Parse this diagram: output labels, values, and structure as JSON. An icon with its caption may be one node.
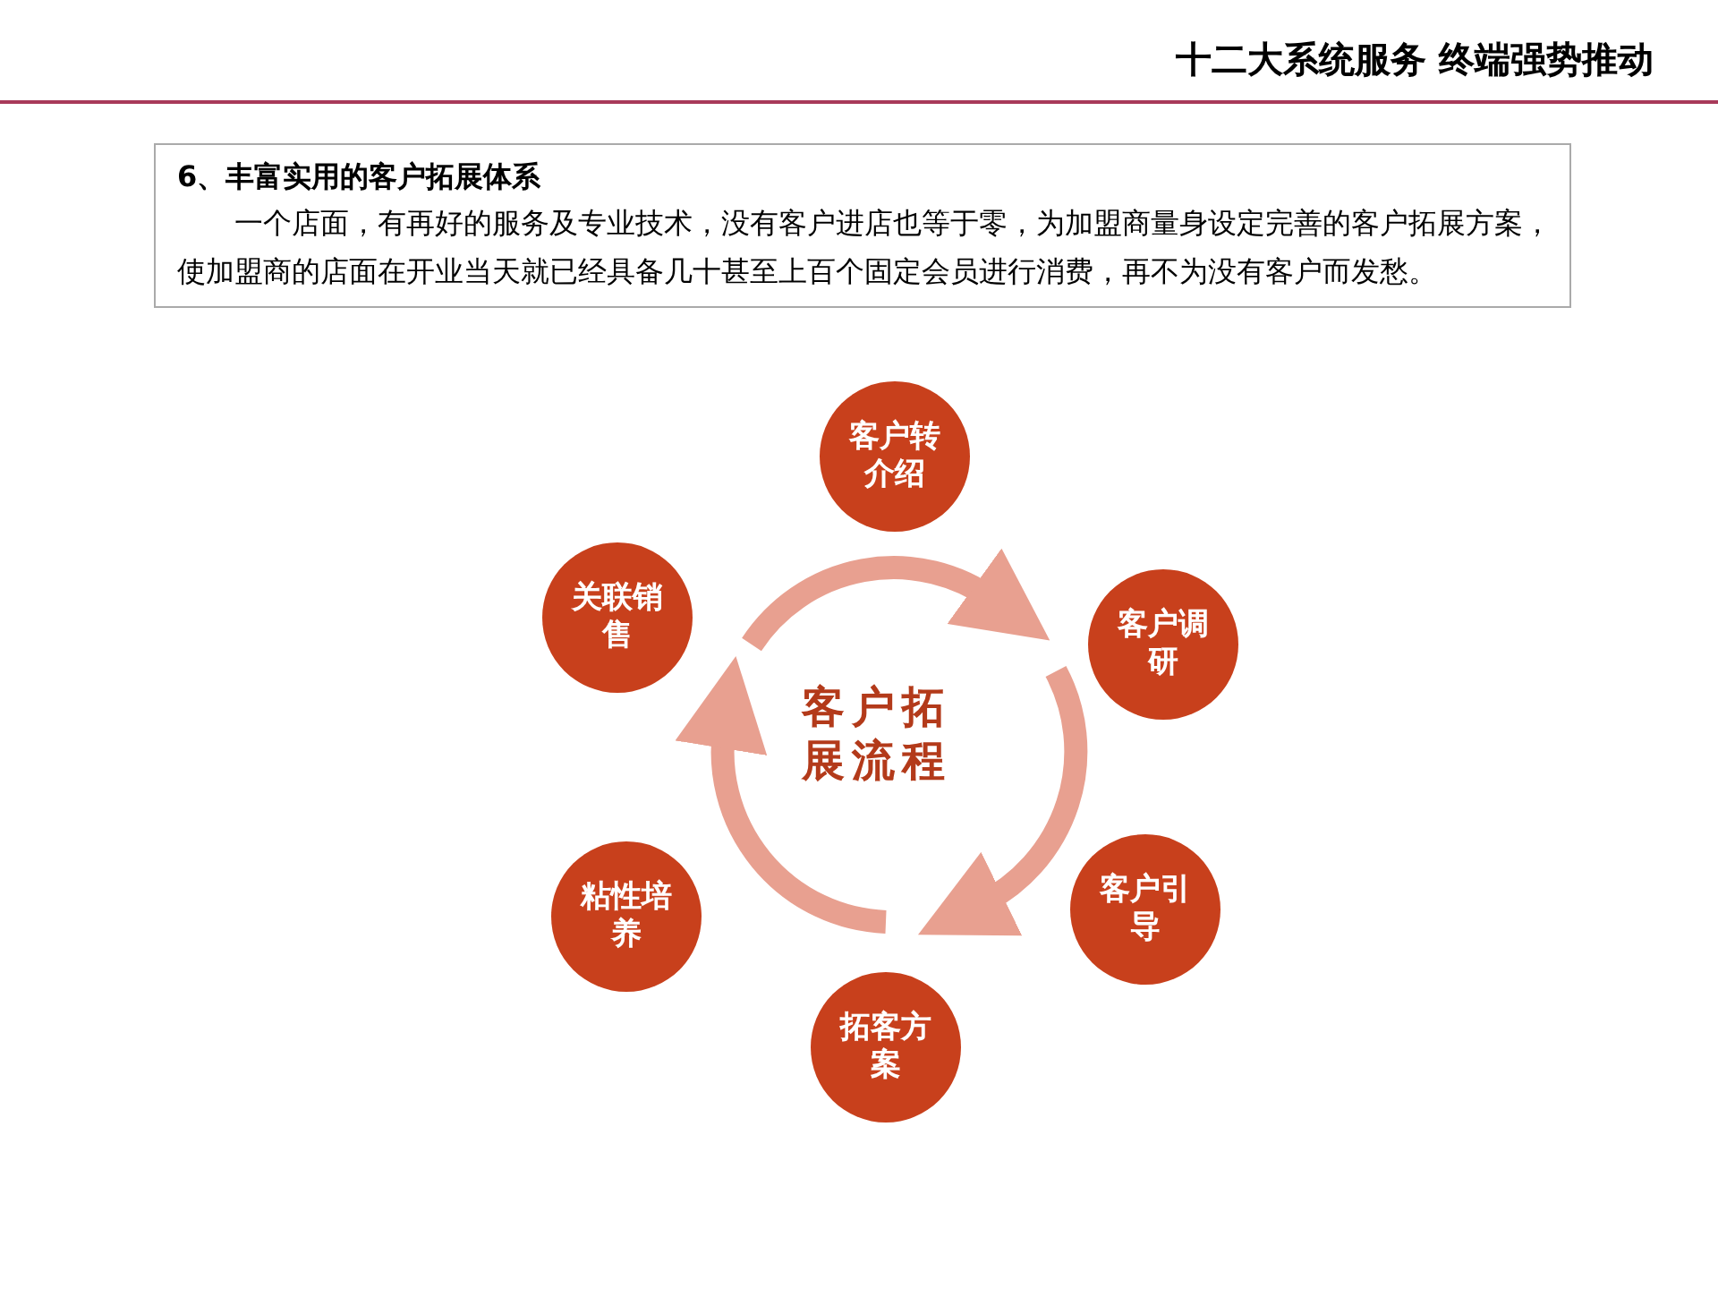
{
  "diagram": {
    "title": "十二大系统服务 终端强势推动",
    "nodes": [
      {
        "text": [
          "6、丰富实用的客户拓展体系",
          "一个店面，有再好的服务及专业技术，没有客户进店也等于零，为加盟商量身设定完善的客户拓展方案，使加盟商的店面在开业当天就已经具备几十甚至上百个固定会员进行消费，再不为没有客户而发愁。"
        ]
      },
      {
        "text": [
          "客户拓展流程"
        ]
      },
      {
        "text": [
          "客户转介绍"
        ]
      },
      {
        "text": [
          "关联销售"
        ]
      },
      {
        "text": [
          "客户调研"
        ]
      },
      {
        "text": [
          "粘性培养"
        ]
      },
      {
        "text": [
          "客户引导"
        ]
      },
      {
        "text": [
          "拓客方案"
        ]
      }
    ],
    "edges": []
  }
}
